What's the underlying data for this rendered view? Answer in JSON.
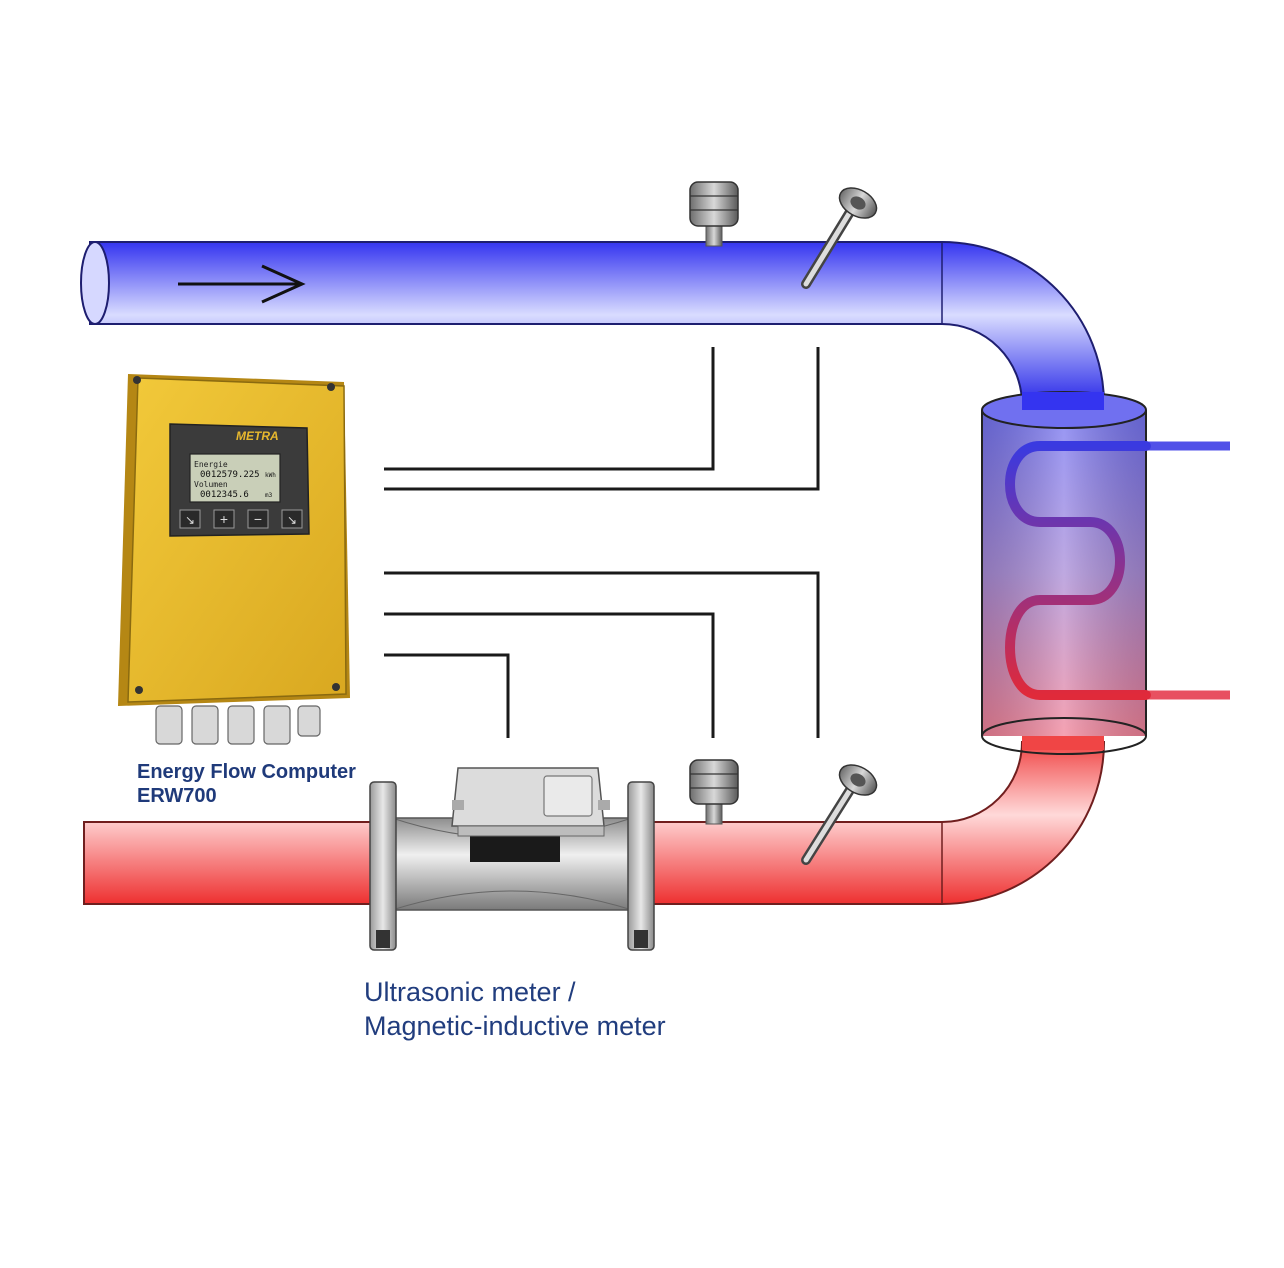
{
  "labels": {
    "computer_name": "Energy Flow Computer",
    "computer_model": "ERW700",
    "meter_line1": "Ultrasonic meter /",
    "meter_line2": "Magnetic-inductive meter"
  },
  "device": {
    "brand": "METRA",
    "lcd_line1": "Energie",
    "lcd_value1": "0012579.225",
    "lcd_unit1": "kWh",
    "lcd_line2": "Volumen",
    "lcd_value2": "0012345.6",
    "lcd_unit2": "m3",
    "keys": [
      "enter-key-icon",
      "plus-key-icon",
      "minus-key-icon",
      "return-key-icon"
    ]
  },
  "colors": {
    "cold_pipe": "#3a3cf0",
    "hot_pipe": "#f03a3a",
    "housing": "#e8b92e",
    "label_text": "#1f3a7a",
    "wire": "#1a1a1a"
  },
  "icons": [
    "flow-direction-arrow-icon",
    "temperature-sensor-icon",
    "pressure-sensor-icon",
    "heat-exchanger-coil-icon"
  ]
}
